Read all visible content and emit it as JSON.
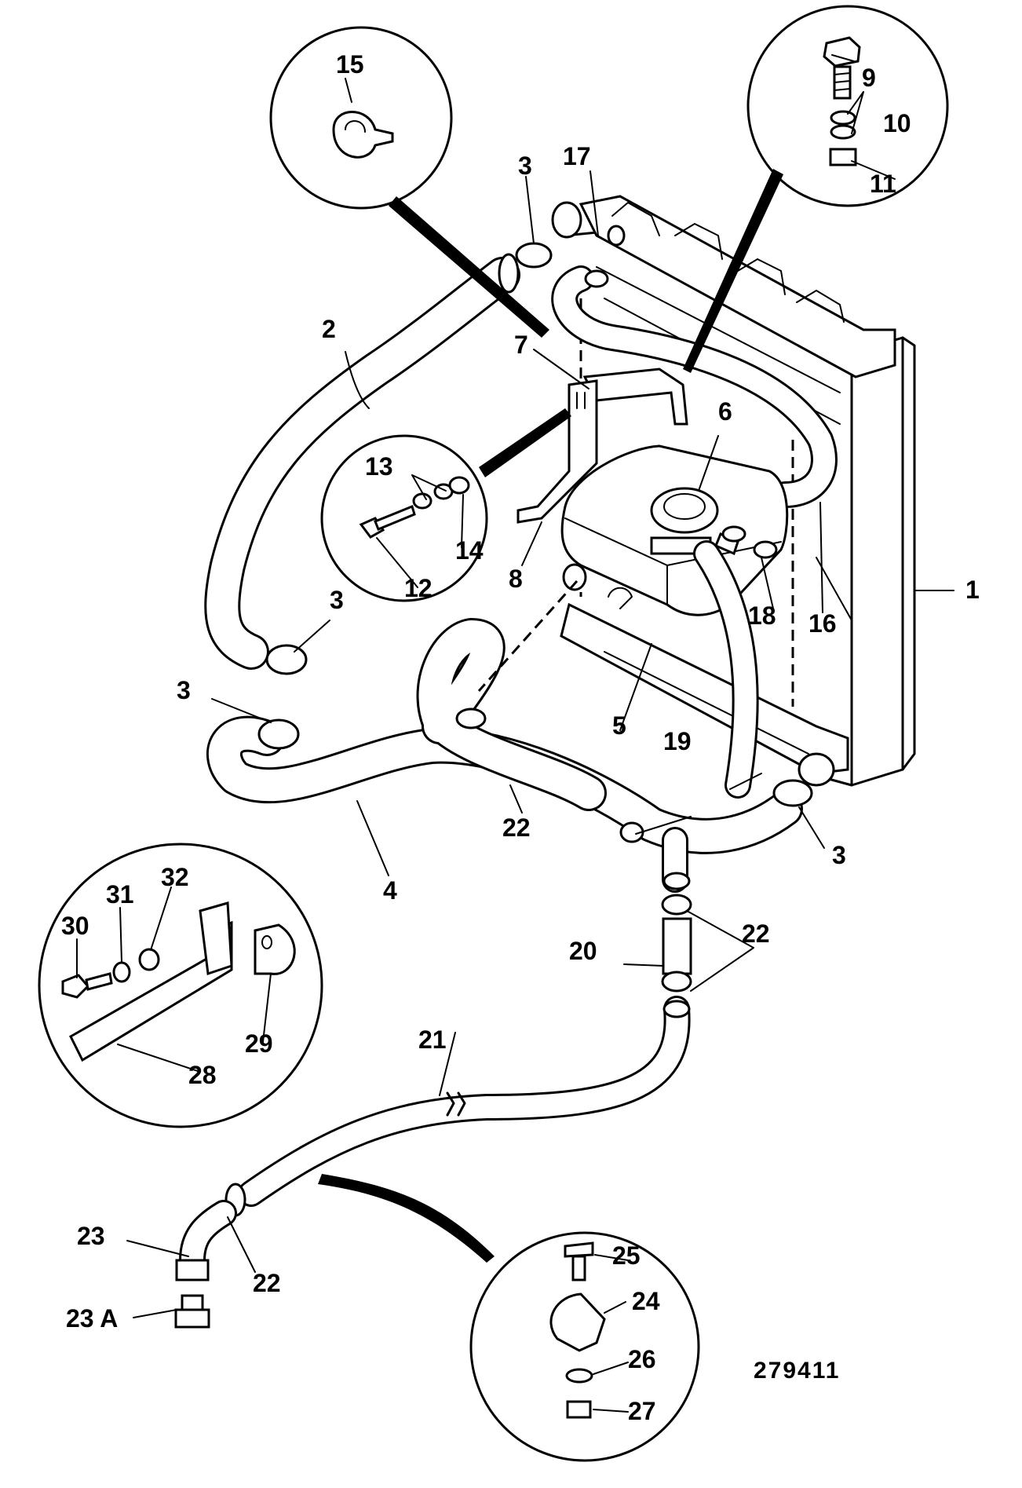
{
  "diagram": {
    "reference_number": "279411",
    "callouts": [
      "1",
      "2",
      "3",
      "4",
      "5",
      "6",
      "7",
      "8",
      "9",
      "10",
      "11",
      "12",
      "13",
      "14",
      "15",
      "16",
      "17",
      "18",
      "19",
      "20",
      "21",
      "22",
      "23",
      "23 A",
      "24",
      "25",
      "26",
      "27",
      "28",
      "29",
      "30",
      "31",
      "32"
    ]
  }
}
